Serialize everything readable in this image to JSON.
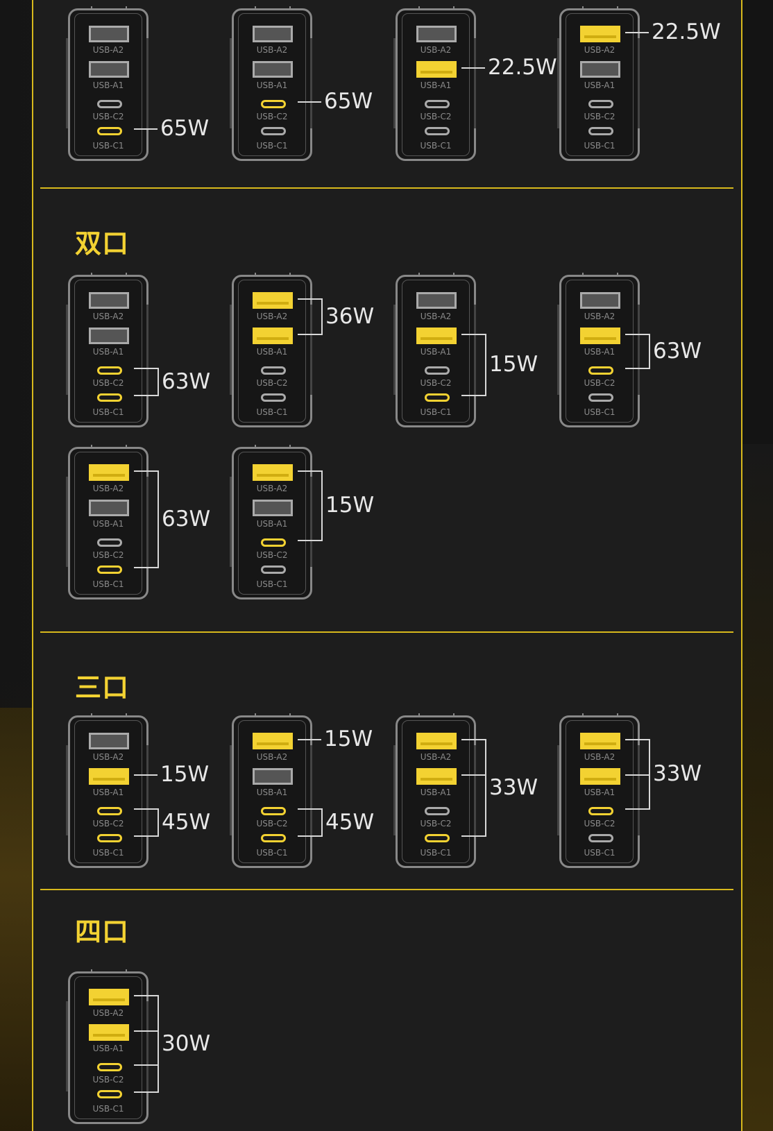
{
  "colors": {
    "accent": "#f3d232",
    "panel": "#1d1d1d",
    "off": "#aaaaaa"
  },
  "port_labels": {
    "A2": "USB-A2",
    "A1": "USB-A1",
    "C2": "USB-C2",
    "C1": "USB-C1"
  },
  "sections": {
    "dual": {
      "title": "双口"
    },
    "triple": {
      "title": "三口"
    },
    "quad": {
      "title": "四口"
    }
  },
  "configs": [
    {
      "section": "single",
      "active": [
        "C1"
      ],
      "groups": [
        {
          "ports": [
            "C1"
          ],
          "watt": "65W"
        }
      ]
    },
    {
      "section": "single",
      "active": [
        "C2"
      ],
      "groups": [
        {
          "ports": [
            "C2"
          ],
          "watt": "65W"
        }
      ]
    },
    {
      "section": "single",
      "active": [
        "A1"
      ],
      "groups": [
        {
          "ports": [
            "A1"
          ],
          "watt": "22.5W"
        }
      ]
    },
    {
      "section": "single",
      "active": [
        "A2"
      ],
      "groups": [
        {
          "ports": [
            "A2"
          ],
          "watt": "22.5W"
        }
      ]
    },
    {
      "section": "dual",
      "active": [
        "C2",
        "C1"
      ],
      "groups": [
        {
          "ports": [
            "C2",
            "C1"
          ],
          "watt": "63W"
        }
      ]
    },
    {
      "section": "dual",
      "active": [
        "A2",
        "A1"
      ],
      "groups": [
        {
          "ports": [
            "A2",
            "A1"
          ],
          "watt": "36W"
        }
      ]
    },
    {
      "section": "dual",
      "active": [
        "A1",
        "C1"
      ],
      "groups": [
        {
          "ports": [
            "A1",
            "C1"
          ],
          "watt": "15W"
        }
      ]
    },
    {
      "section": "dual",
      "active": [
        "A1",
        "C2"
      ],
      "groups": [
        {
          "ports": [
            "A1",
            "C2"
          ],
          "watt": "63W"
        }
      ]
    },
    {
      "section": "dual",
      "active": [
        "A2",
        "C1"
      ],
      "groups": [
        {
          "ports": [
            "A2",
            "C1"
          ],
          "watt": "63W"
        }
      ]
    },
    {
      "section": "dual",
      "active": [
        "A2",
        "C2"
      ],
      "groups": [
        {
          "ports": [
            "A2",
            "C2"
          ],
          "watt": "15W"
        }
      ]
    },
    {
      "section": "triple",
      "active": [
        "A1",
        "C2",
        "C1"
      ],
      "groups": [
        {
          "ports": [
            "A1"
          ],
          "watt": "15W"
        },
        {
          "ports": [
            "C2",
            "C1"
          ],
          "watt": "45W"
        }
      ]
    },
    {
      "section": "triple",
      "active": [
        "A2",
        "C2",
        "C1"
      ],
      "groups": [
        {
          "ports": [
            "A2"
          ],
          "watt": "15W"
        },
        {
          "ports": [
            "C2",
            "C1"
          ],
          "watt": "45W"
        }
      ]
    },
    {
      "section": "triple",
      "active": [
        "A2",
        "A1",
        "C1"
      ],
      "groups": [
        {
          "ports": [
            "A2",
            "A1",
            "C1"
          ],
          "watt": "33W"
        }
      ]
    },
    {
      "section": "triple",
      "active": [
        "A2",
        "A1",
        "C2"
      ],
      "groups": [
        {
          "ports": [
            "A2",
            "A1",
            "C2"
          ],
          "watt": "33W"
        }
      ]
    },
    {
      "section": "quad",
      "active": [
        "A2",
        "A1",
        "C2",
        "C1"
      ],
      "groups": [
        {
          "ports": [
            "A2",
            "A1",
            "C2",
            "C1"
          ],
          "watt": "30W"
        }
      ]
    }
  ]
}
